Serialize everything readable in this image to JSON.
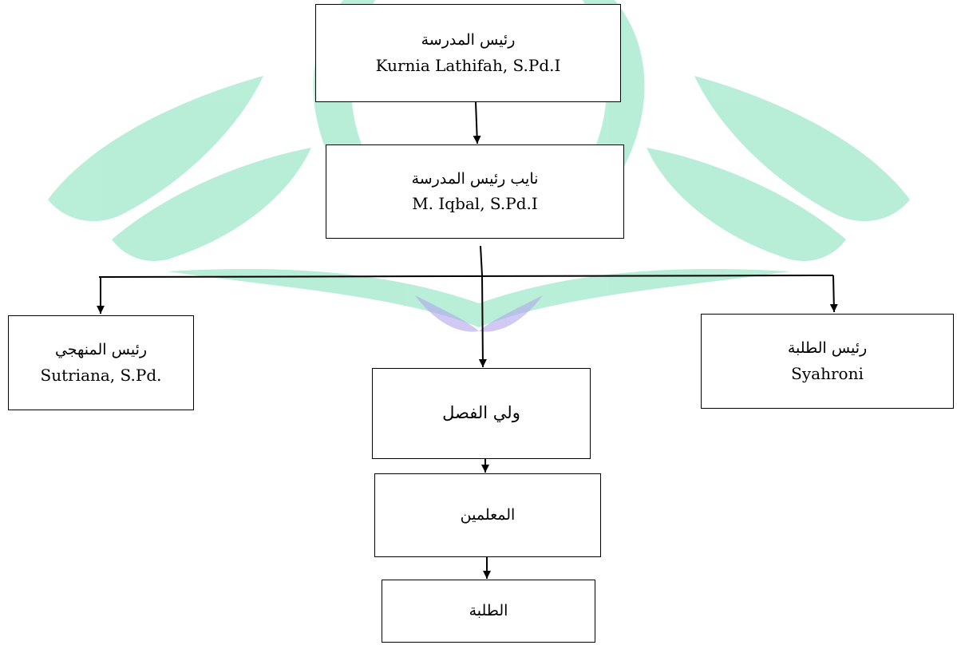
{
  "diagram": {
    "nodes": [
      {
        "id": "principal",
        "title": "رئيس المدرسة",
        "name": "Kurnia Lathifah, S.Pd.I"
      },
      {
        "id": "vice_principal",
        "title": "نايب رئيس المدرسة",
        "name": "M. Iqbal, S.Pd.I"
      },
      {
        "id": "curriculum_head",
        "title": "رئيس المنهجي",
        "name": "Sutriana, S.Pd."
      },
      {
        "id": "student_affairs_head",
        "title": "رئيس الطلبة",
        "name": "Syahroni"
      },
      {
        "id": "homeroom_teacher",
        "title": "ولي الفصل"
      },
      {
        "id": "teachers",
        "title": "المعلمين"
      },
      {
        "id": "students",
        "title": "الطلبة"
      }
    ],
    "edges": [
      {
        "from": "principal",
        "to": "vice_principal"
      },
      {
        "from": "vice_principal",
        "to": "curriculum_head"
      },
      {
        "from": "vice_principal",
        "to": "student_affairs_head"
      },
      {
        "from": "vice_principal",
        "to": "homeroom_teacher"
      },
      {
        "from": "homeroom_teacher",
        "to": "teachers"
      },
      {
        "from": "teachers",
        "to": "students"
      }
    ],
    "colors": {
      "watermark_green": "#7fe0b8",
      "watermark_purple": "#b3a6ee",
      "line": "#000000"
    }
  }
}
